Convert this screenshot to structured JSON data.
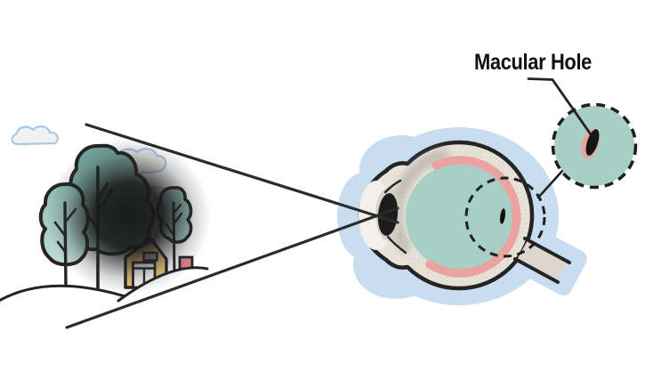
{
  "annotation": {
    "label": "Macular Hole"
  },
  "scene_parts": [
    "cloud",
    "tree",
    "house",
    "hill",
    "blind-spot",
    "vision-rays"
  ],
  "eye_parts": [
    "sclera",
    "cornea",
    "lens",
    "vitreous",
    "retina",
    "optic-nerve",
    "macular-hole"
  ],
  "colors": {
    "line_dark": "#242424",
    "halo_blue": "#c9ddf1",
    "sclera_beige": "#e8e2d7",
    "vitreous_teal": "#a8cfc5",
    "retina_pink": "#eba3a2",
    "nerve_beige": "#ded6ca",
    "lens_black": "#1c1c1c",
    "inset_band_light": "#f1ede4",
    "inset_band_beige": "#e5ded1",
    "house_yellow": "#f2cb7c",
    "house_window_gray": "#9e9e9e",
    "chimney_red": "#d9848b",
    "cloud_outline_blue": "#a9c7e9",
    "cloud_fill": "#ededeb",
    "tree_teal": "#9cc7be",
    "scotoma_dark": "#191919",
    "label_text": "#111111",
    "page_bg": "#ffffff"
  }
}
